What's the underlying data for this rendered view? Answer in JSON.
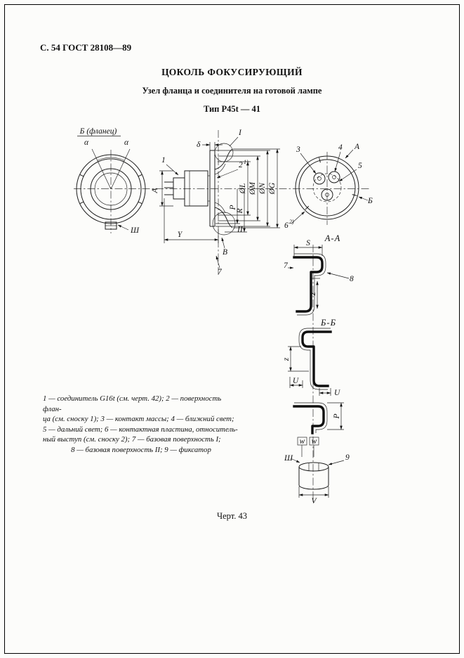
{
  "page": {
    "header": "С. 54 ГОСТ 28108—89",
    "title": "ЦОКОЛЬ ФОКУСИРУЮЩИЙ",
    "subtitle": "Узел фланца и соединителя на готовой лампе",
    "type_line": "Тип P45t — 41",
    "figure_caption": "Черт.  43"
  },
  "legend_lines": [
    "1 — соединитель G16t (см. черт. 42); 2 — поверхность флан-",
    "ца (см. сноску 1); 3 — контакт массы; 4 — ближний свет;",
    "5 — дальний свет; 6 — контактная пластина, относитель-",
    "ный выступ  (см. сноску 2);  7 — базовая  поверхность I;",
    "8 — базовая поверхность II;  9 — фиксатор"
  ],
  "labels": {
    "flange_view": "Б (фланец)",
    "alpha_l": "α",
    "alpha_r": "α",
    "sh_flange": "Ш",
    "callout_1": "1",
    "delta": "δ",
    "detail_I": "I",
    "dim_A": "А",
    "dim_Y": "Y",
    "callout_2": "2",
    "sup_note1": "1)",
    "dia_L": "ØL",
    "dia_M": "ØM",
    "dia_N": "ØN",
    "dia_G": "ØG",
    "dim_R": "R",
    "dim_P": "Р",
    "detail_II": "II",
    "label_V_mid": "В",
    "callout_7_mid": "7",
    "callout_3": "3",
    "callout_4": "4",
    "callout_5": "5",
    "view_A": "А",
    "view_B": "Б",
    "callout_6": "6",
    "sup_note2": "2)",
    "section_AA": "А-А",
    "dim_S": "S",
    "callout_7": "7",
    "callout_8": "8",
    "dim_z1": "z",
    "section_BB": "Б-Б",
    "dim_z2": "z",
    "dim_U1": "U",
    "dim_U2": "U",
    "dim_P2": "Р",
    "dim_w1": "w",
    "dim_w2": "w",
    "sh_bottom": "Ш",
    "callout_9": "9",
    "dim_V": "V"
  }
}
